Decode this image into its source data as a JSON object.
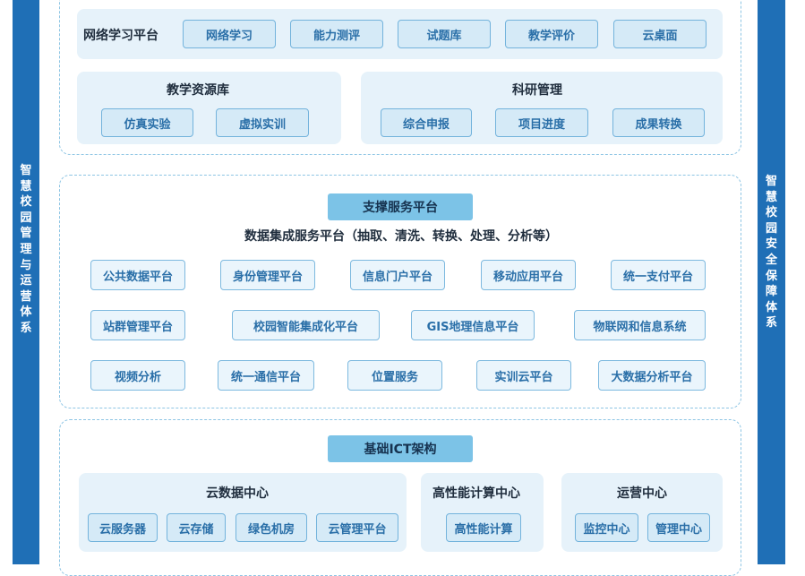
{
  "left_bar": {
    "label": "智慧校园管理与运营体系"
  },
  "right_bar": {
    "label": "智慧校园安全保障体系"
  },
  "top_section": {
    "network_platform": {
      "title": "网络学习平台",
      "items": [
        "网络学习",
        "能力测评",
        "试题库",
        "教学评价",
        "云桌面"
      ]
    },
    "teaching_resources": {
      "title": "教学资源库",
      "items": [
        "仿真实验",
        "虚拟实训"
      ]
    },
    "research_mgmt": {
      "title": "科研管理",
      "items": [
        "综合申报",
        "项目进度",
        "成果转换"
      ]
    }
  },
  "support_section": {
    "header": "支撑服务平台",
    "subtitle": "数据集成服务平台（抽取、清洗、转换、处理、分析等）",
    "rows": [
      [
        "公共数据平台",
        "身份管理平台",
        "信息门户平台",
        "移动应用平台",
        "统一支付平台"
      ],
      [
        "站群管理平台",
        "校园智能集成化平台",
        "GIS地理信息平台",
        "物联网和信息系统"
      ],
      [
        "视频分析",
        "统一通信平台",
        "位置服务",
        "实训云平台",
        "大数据分析平台"
      ]
    ]
  },
  "ict_section": {
    "header": "基础ICT架构",
    "cloud_dc": {
      "title": "云数据中心",
      "items": [
        "云服务器",
        "云存储",
        "绿色机房",
        "云管理平台"
      ]
    },
    "hpc": {
      "title": "高性能计算中心",
      "items": [
        "高性能计算"
      ]
    },
    "ops": {
      "title": "运营中心",
      "items": [
        "监控中心",
        "管理中心"
      ]
    }
  }
}
